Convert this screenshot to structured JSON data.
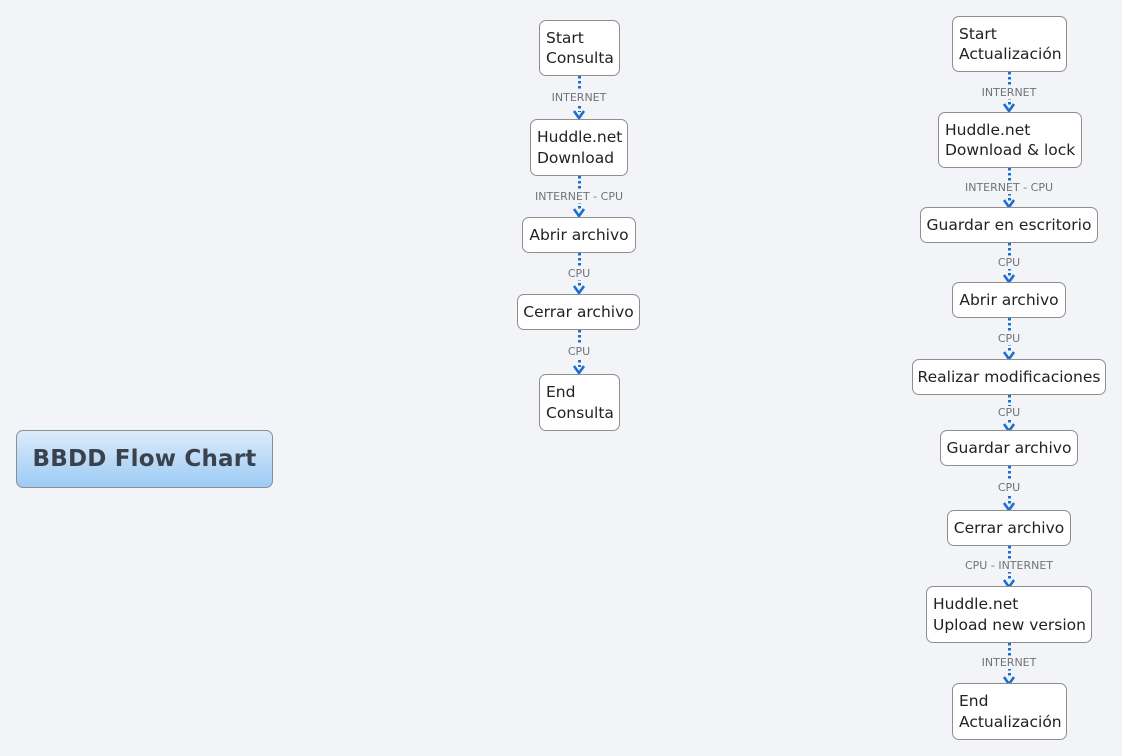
{
  "diagram": {
    "title": "BBDD Flow Chart",
    "colors": {
      "background": "#f2f4f8",
      "connector": "#1a6fd1",
      "node_border": "#8e8e8e",
      "root_gradient_top": "#dcecfb",
      "root_gradient_bottom": "#9dcbf5",
      "label_text": "#6f7378"
    },
    "flows": {
      "consulta": {
        "nodes": [
          {
            "id": "start-consulta",
            "lines": [
              "Start",
              "Consulta"
            ]
          },
          {
            "id": "huddle-download",
            "lines": [
              "Huddle.net",
              "Download"
            ]
          },
          {
            "id": "abrir-archivo",
            "lines": [
              "Abrir archivo"
            ]
          },
          {
            "id": "cerrar-archivo",
            "lines": [
              "Cerrar archivo"
            ]
          },
          {
            "id": "end-consulta",
            "lines": [
              "End",
              "Consulta"
            ]
          }
        ],
        "connectors": [
          {
            "from": "start-consulta",
            "to": "huddle-download",
            "label": "INTERNET"
          },
          {
            "from": "huddle-download",
            "to": "abrir-archivo",
            "label": "INTERNET - CPU"
          },
          {
            "from": "abrir-archivo",
            "to": "cerrar-archivo",
            "label": "CPU"
          },
          {
            "from": "cerrar-archivo",
            "to": "end-consulta",
            "label": "CPU"
          }
        ]
      },
      "actualizacion": {
        "nodes": [
          {
            "id": "start-actualizacion",
            "lines": [
              "Start",
              "Actualización"
            ]
          },
          {
            "id": "huddle-download-lock",
            "lines": [
              "Huddle.net",
              "Download & lock"
            ]
          },
          {
            "id": "guardar-escritorio",
            "lines": [
              "Guardar en escritorio"
            ]
          },
          {
            "id": "abrir-archivo",
            "lines": [
              "Abrir archivo"
            ]
          },
          {
            "id": "realizar-modificaciones",
            "lines": [
              "Realizar modificaciones"
            ]
          },
          {
            "id": "guardar-archivo",
            "lines": [
              "Guardar archivo"
            ]
          },
          {
            "id": "cerrar-archivo",
            "lines": [
              "Cerrar archivo"
            ]
          },
          {
            "id": "huddle-upload",
            "lines": [
              "Huddle.net",
              "Upload new version"
            ]
          },
          {
            "id": "end-actualizacion",
            "lines": [
              "End",
              "Actualización"
            ]
          }
        ],
        "connectors": [
          {
            "from": "start-actualizacion",
            "to": "huddle-download-lock",
            "label": "INTERNET"
          },
          {
            "from": "huddle-download-lock",
            "to": "guardar-escritorio",
            "label": "INTERNET - CPU"
          },
          {
            "from": "guardar-escritorio",
            "to": "abrir-archivo",
            "label": "CPU"
          },
          {
            "from": "abrir-archivo",
            "to": "realizar-modificaciones",
            "label": "CPU"
          },
          {
            "from": "realizar-modificaciones",
            "to": "guardar-archivo",
            "label": "CPU"
          },
          {
            "from": "guardar-archivo",
            "to": "cerrar-archivo",
            "label": "CPU"
          },
          {
            "from": "cerrar-archivo",
            "to": "huddle-upload",
            "label": "CPU - INTERNET"
          },
          {
            "from": "huddle-upload",
            "to": "end-actualizacion",
            "label": "INTERNET"
          }
        ]
      }
    }
  }
}
